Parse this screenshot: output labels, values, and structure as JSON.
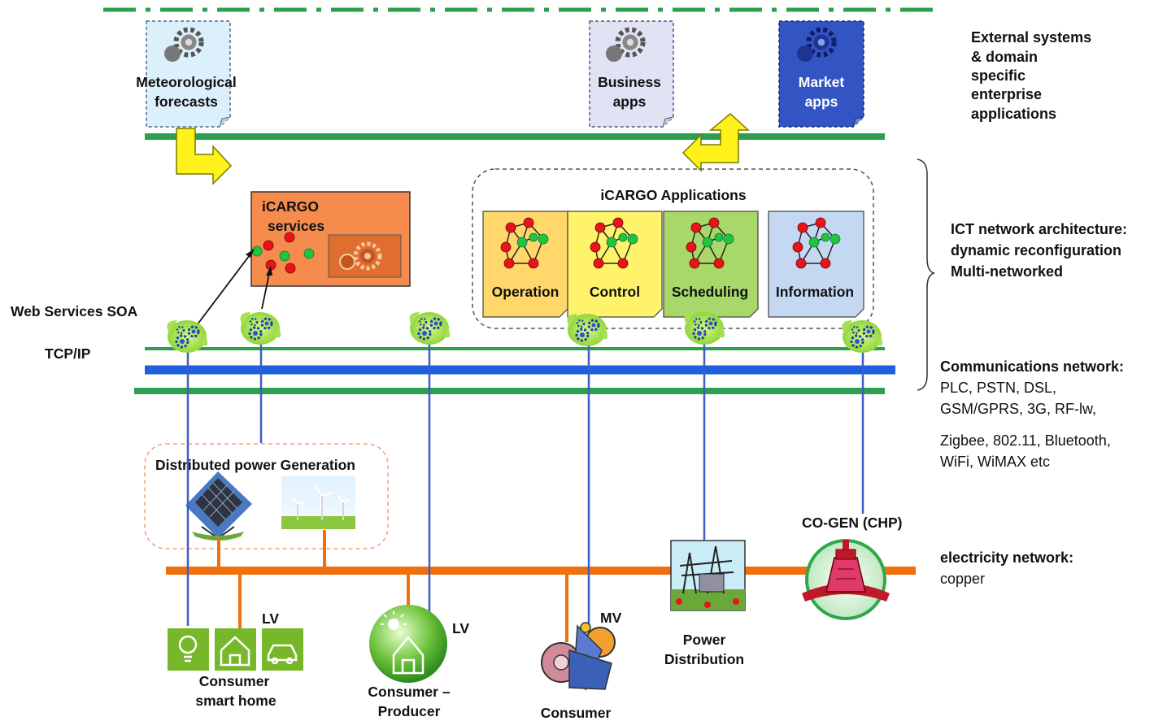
{
  "external_apps": {
    "meteo": "Meteorological forecasts",
    "meteo_l1": "Meteorological",
    "meteo_l2": "forecasts",
    "business_l1": "Business",
    "business_l2": "apps",
    "market_l1": "Market",
    "market_l2": "apps"
  },
  "services": {
    "title_l1": "iCARGO",
    "title_l2": "services"
  },
  "applications": {
    "title": "iCARGO Applications",
    "items": [
      "Operation",
      "Control",
      "Scheduling",
      "Information"
    ]
  },
  "left_labels": {
    "soa": "Web Services SOA",
    "tcpip": "TCP/IP"
  },
  "generation": {
    "title": "Distributed power Generation"
  },
  "side_notes": {
    "ext_l1": "External systems",
    "ext_l2": "& domain",
    "ext_l3": "specific",
    "ext_l4": "enterprise",
    "ext_l5": "applications",
    "ict_l1": "ICT network architecture:",
    "ict_l2": "dynamic reconfiguration",
    "ict_l3": "Multi-networked",
    "comm_l1": "Communications network:",
    "comm_l2": "PLC,  PSTN, DSL,",
    "comm_l3": "GSM/GPRS, 3G, RF-lw,",
    "comm_l4": "Zigbee, 802.11, Bluetooth,",
    "comm_l5": "WiFi, WiMAX etc",
    "elec_l1": "electricity network:",
    "elec_l2": "copper"
  },
  "nodes": {
    "cogen": "CO-GEN (CHP)",
    "lv1": "LV",
    "lv2": "LV",
    "mv": "MV",
    "smart_home_l1": "Consumer",
    "smart_home_l2": "smart home",
    "prod_l1": "Consumer –",
    "prod_l2": "Producer",
    "consumer": "Consumer",
    "power_l1": "Power",
    "power_l2": "Distribution"
  },
  "colors": {
    "green_bus": "#2e9e4f",
    "blue_bus": "#1f5fe0",
    "orange_bus": "#f07010",
    "link_blue": "#3a5fc8",
    "services_fill": "#f58b4c",
    "operation_fill": "#ffd76a",
    "control_fill": "#fff36b",
    "scheduling_fill": "#a8d86a",
    "information_fill": "#c4d8f2",
    "market_fill": "#3355c4"
  }
}
